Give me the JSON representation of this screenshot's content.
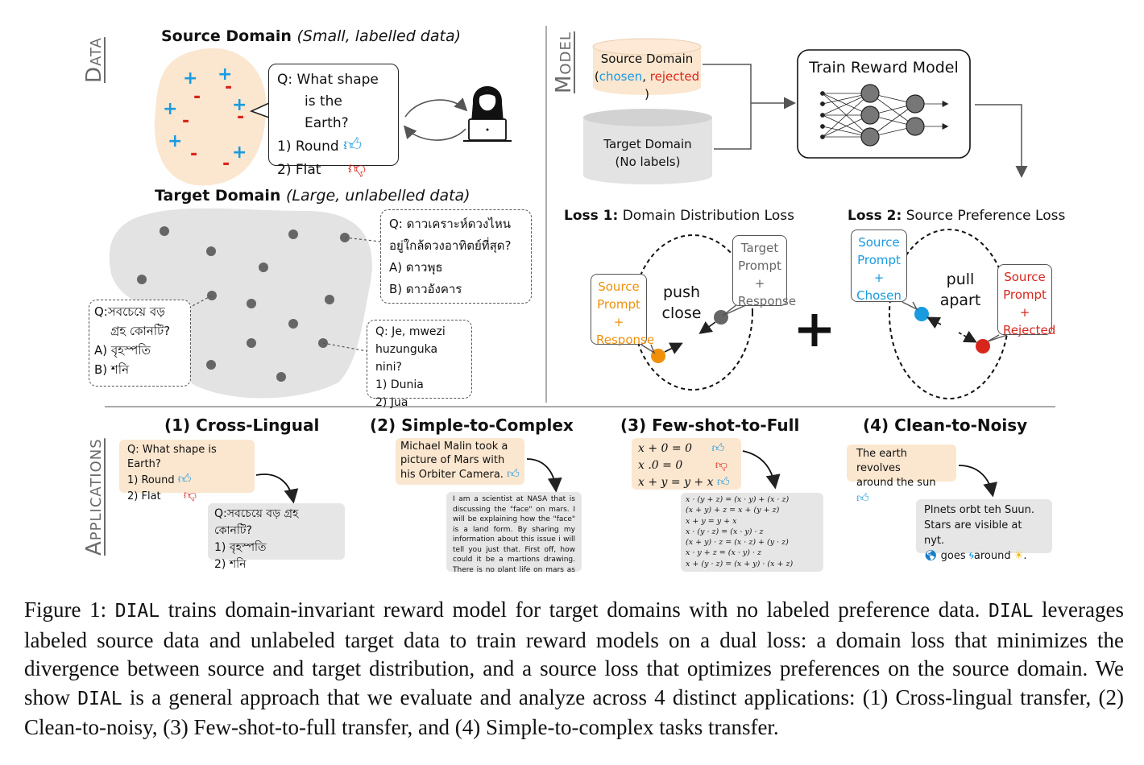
{
  "sections": {
    "data": "Data",
    "model": "Model",
    "applications": "Applications"
  },
  "data_panel": {
    "source_title": "Source Domain",
    "source_subtitle": "(Small, labelled data)",
    "target_title": "Target Domain",
    "target_subtitle": "(Large, unlabelled data)",
    "source_question": [
      "Q: What shape",
      "is the Earth?"
    ],
    "source_answers": [
      "1) Round",
      "2) Flat"
    ],
    "thai_card": [
      "Q: ดาวเคราะห์ดวงไหน",
      "อยู่ใกล้ดวงอาทิตย์ที่สุด?",
      "A) ดาวพุธ",
      "B) ดาวอังคาร"
    ],
    "bengali_card": [
      "Q:সবচেয়ে বড়",
      "গ্রহ কোনটি?",
      "A) বৃহস্পতি",
      "B) শনি"
    ],
    "swahili_card": [
      "Q: Je, mwezi",
      "huzunguka nini?",
      "1)  Dunia",
      "2)  Jua"
    ]
  },
  "model_panel": {
    "source_db": [
      "Source Domain",
      "chosen",
      "rejected"
    ],
    "target_db": [
      "Target Domain",
      "(No labels)"
    ],
    "train_box": "Train Reward Model",
    "loss1_bold": "Loss 1:",
    "loss1_name": "Domain Distribution Loss",
    "loss2_bold": "Loss 2:",
    "loss2_name": "Source Preference Loss",
    "target_bubble": [
      "Target",
      "Prompt",
      "+",
      "Response"
    ],
    "source_bubble": [
      "Source",
      "Prompt",
      "+",
      "Response"
    ],
    "push_close": [
      "push",
      "close"
    ],
    "chosen_bubble": [
      "Source",
      "Prompt",
      "+",
      "Chosen"
    ],
    "rejected_bubble": [
      "Source",
      "Prompt",
      "+",
      "Rejected"
    ],
    "pull_apart": [
      "pull",
      "apart"
    ],
    "plus": "+"
  },
  "applications": {
    "titles": [
      "(1) Cross-Lingual",
      "(2) Simple-to-Complex",
      "(3) Few-shot-to-Full",
      "(4) Clean-to-Noisy"
    ],
    "cross_src": [
      "Q: What shape is Earth?",
      "1)  Round",
      "2)  Flat"
    ],
    "cross_tgt": [
      "Q:সবচেয়ে বড় গ্রহ কোনটি?",
      "1)  বৃহস্পতি",
      "2)  শনি"
    ],
    "simple_src": [
      "Michael Malin took a",
      "picture of Mars with",
      "his Orbiter Camera."
    ],
    "simple_tgt": "I am a scientist at NASA that is discussing the \"face\" on mars. I will be explaining how the \"face\" is a land form. By sharing my information about this issue i will tell you just that. First off, how could it be a martions drawing. There is no plant life on mars as of rite now that ...",
    "few_src": [
      "x + 0 = 0",
      "x .0 = 0",
      "x + y = y + x"
    ],
    "few_tgt": [
      "x · (y + z) = (x · y) + (x · z)",
      "(x + y) + z = x + (y + z)",
      "x + y = y + x",
      "x · (y · z) = (x · y) · z",
      "(x + y) · z = (x · z) + (y · z)",
      "x · y + z = (x · y) · z",
      "x + (y · z) = (x + y) · (x + z)"
    ],
    "clean_src": [
      "The earth revolves",
      "around the sun"
    ],
    "clean_tgt": [
      "Plnets orbt teh Suun.",
      "Stars are visible at nyt.",
      "goes",
      "around",
      "."
    ]
  },
  "caption": {
    "prefix": "Figure 1: ",
    "dial": "DIAL",
    "p1": " trains domain-invariant reward model for target domains with no labeled preference data. ",
    "p2": " leverages labeled source data and unlabeled target data to train reward models on a dual loss: a domain loss that minimizes the divergence between source and target distribution, and a source loss that optimizes preferences on the source domain. We show ",
    "p3": " is a general approach that we evaluate and analyze across 4 distinct applications: (1) Cross-lingual transfer, (2) Clean-to-noisy, (3) Few-shot-to-full transfer, and (4) Simple-to-complex tasks transfer."
  },
  "colors": {
    "peach": "#fbe6cf",
    "blue": "#1a9be0",
    "red": "#d9261c",
    "orange": "#f0900a",
    "grey_blob": "#e3e3e3"
  }
}
